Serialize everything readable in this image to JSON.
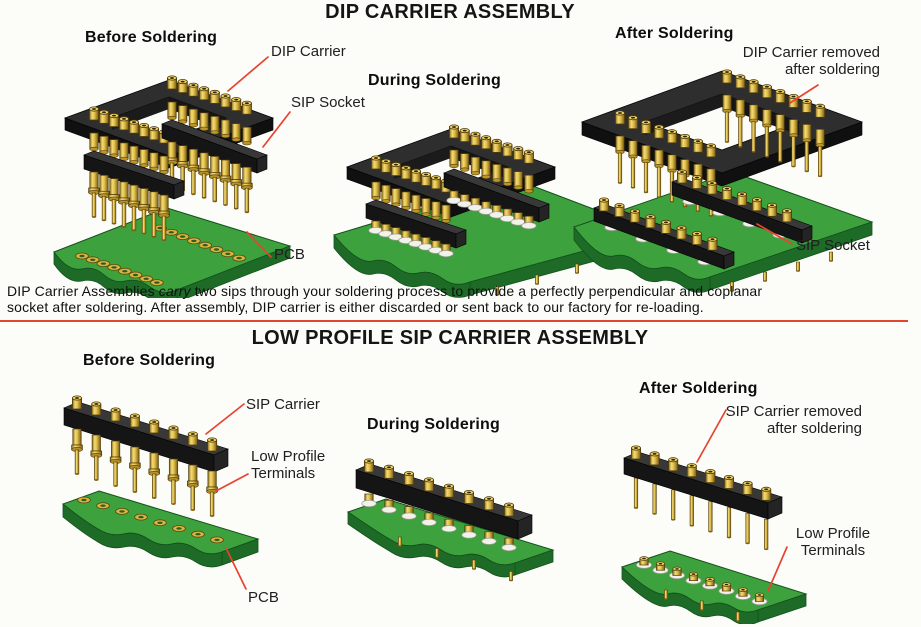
{
  "colors": {
    "accent_red": "#e0452f",
    "pcb_green_top": "#3da23e",
    "pcb_green_side": "#1d6b27",
    "pin_gold": "#e2bf4a",
    "plastic_black": "#1a1a1a"
  },
  "dip": {
    "title": "DIP CARRIER ASSEMBLY",
    "stage_before": "Before Soldering",
    "stage_during": "During Soldering",
    "stage_after": "After Soldering",
    "label_dip_carrier": "DIP Carrier",
    "label_sip_socket": "SIP Socket",
    "label_pcb": "PCB",
    "label_removed_line1": "DIP Carrier removed",
    "label_removed_line2": "after soldering",
    "label_sip_socket_after": "SIP Socket",
    "desc_pre_italic": "DIP Carrier Assemblies ",
    "desc_italic": "carry",
    "desc_post_italic": " two sips through your soldering process to provide a perfectly perpendicular and coplanar",
    "desc_line2": "socket after soldering. After assembly, DIP carrier is either discarded or sent back to our factory for re-loading."
  },
  "sip": {
    "title": "LOW PROFILE SIP CARRIER ASSEMBLY",
    "stage_before": "Before Soldering",
    "stage_during": "During Soldering",
    "stage_after": "After Soldering",
    "label_sip_carrier": "SIP Carrier",
    "label_low_profile_line1": "Low Profile",
    "label_low_profile_line2": "Terminals",
    "label_removed_line1": "SIP Carrier removed",
    "label_removed_line2": "after soldering",
    "label_low_profile_right_line1": "Low Profile",
    "label_low_profile_right_line2": "Terminals",
    "label_pcb": "PCB"
  }
}
